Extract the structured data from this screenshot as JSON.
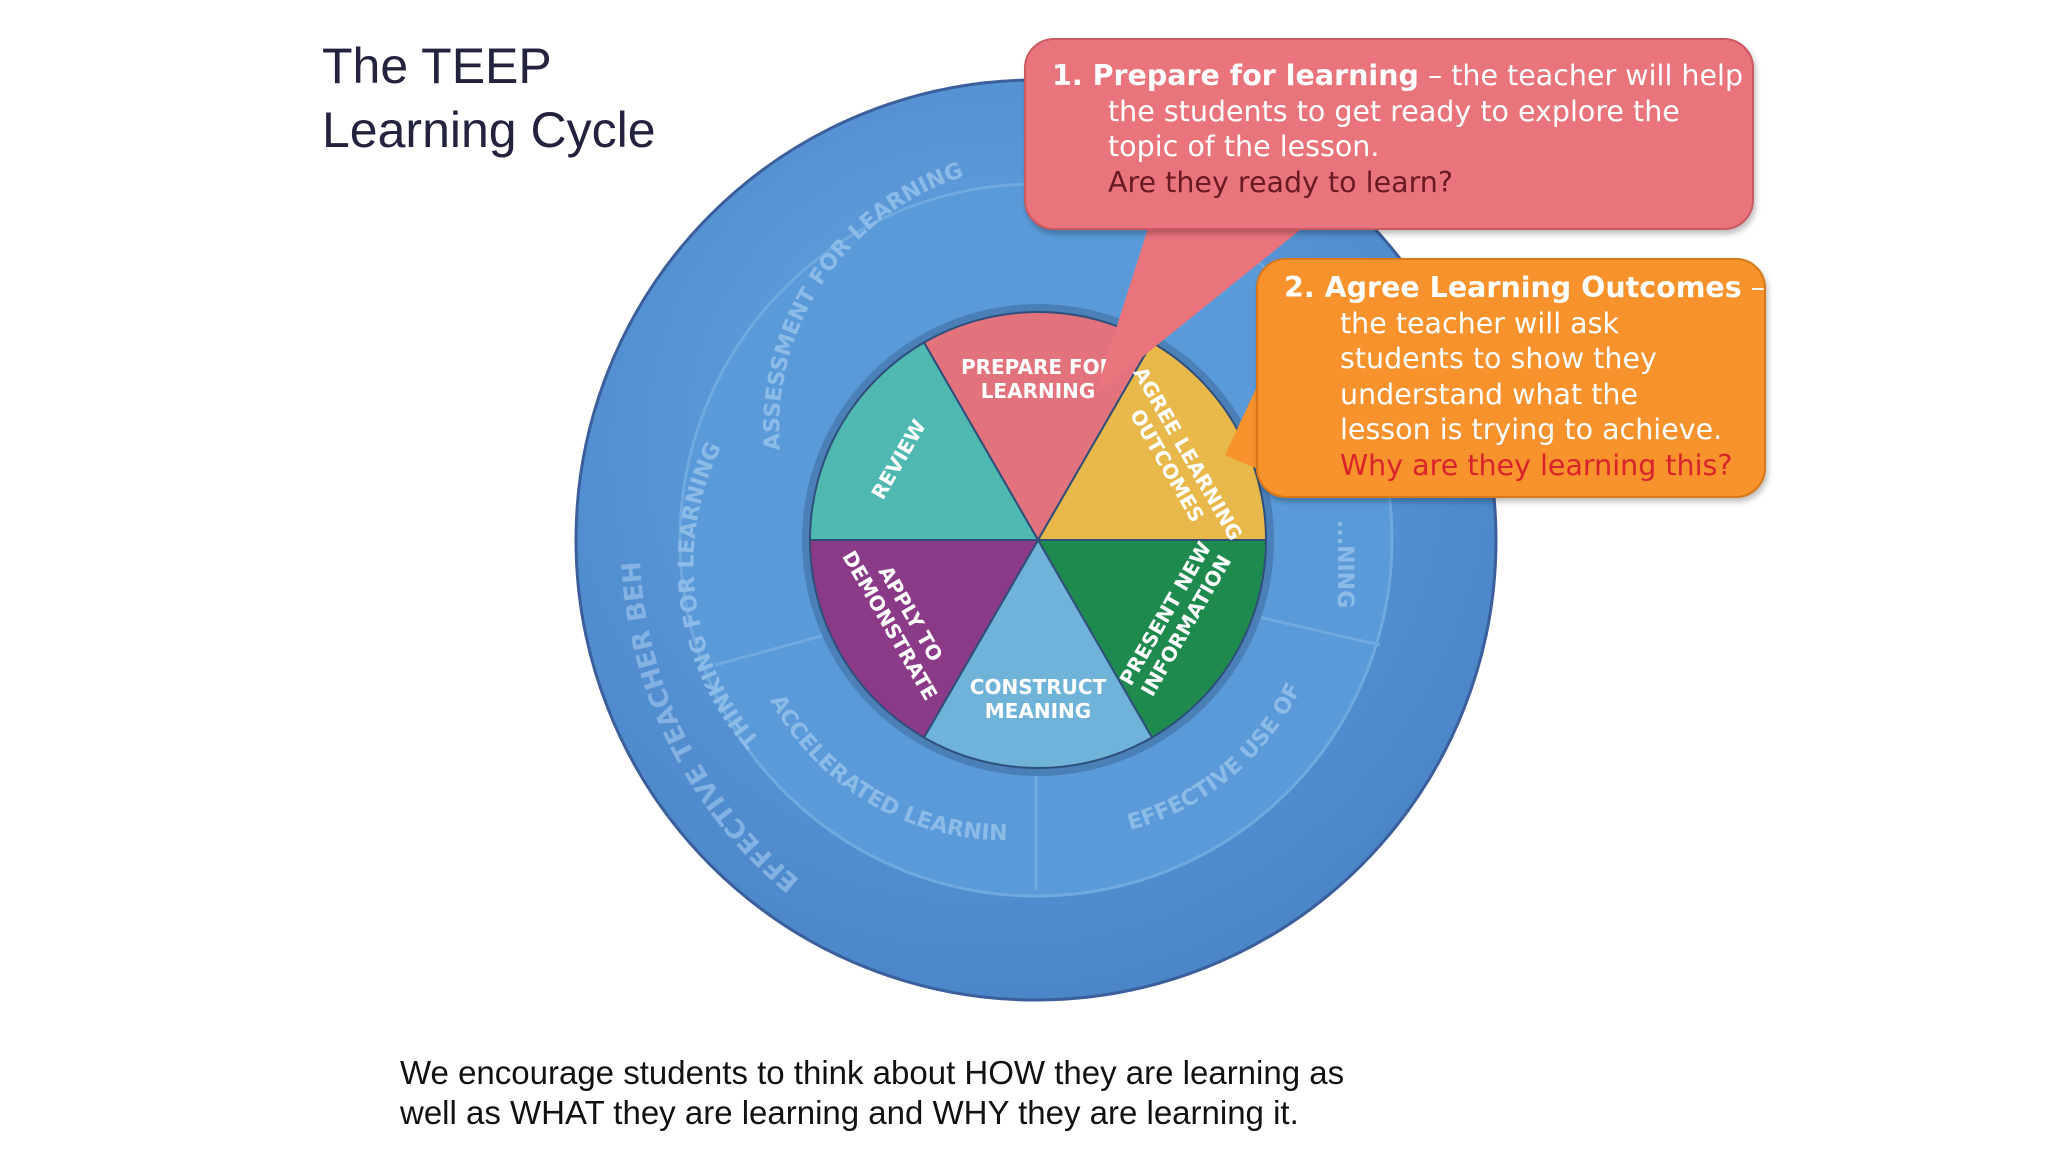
{
  "title": {
    "line1": "The TEEP",
    "line2": "Learning Cycle"
  },
  "wheel": {
    "outer_ring_label": "EFFECTIVE TEACHER BEHAVIOURS",
    "middle_ring_labels": [
      "ASSESSMENT FOR LEARNING",
      "THINKING FOR LEARNING",
      "ACCELERATED LEARNING",
      "EFFECTIVE USE OF ICT",
      "...NING"
    ],
    "segments": [
      {
        "label_line1": "PREPARE FOR",
        "label_line2": "LEARNING",
        "color": "#e2727c"
      },
      {
        "label_line1": "AGREE LEARNING",
        "label_line2": "OUTCOMES",
        "color": "#e8b84a"
      },
      {
        "label_line1": "PRESENT NEW",
        "label_line2": "INFORMATION",
        "color": "#1f8a4e"
      },
      {
        "label_line1": "CONSTRUCT",
        "label_line2": "MEANING",
        "color": "#6fb3d8"
      },
      {
        "label_line1": "APPLY TO",
        "label_line2": "DEMONSTRATE",
        "color": "#8a3a86"
      },
      {
        "label_line1": "REVIEW",
        "label_line2": "",
        "color": "#4fb8b0"
      }
    ]
  },
  "callout1": {
    "heading": "1. Prepare for learning",
    "dash": " – the teacher will help",
    "line2": "the students to get ready to explore the",
    "line3": "topic of the lesson.",
    "question": "Are they ready to learn?",
    "color": "#ea747c"
  },
  "callout2": {
    "heading": "2. Agree Learning Outcomes",
    "dash": " –",
    "line2": "the teacher will ask",
    "line3": "students to show they",
    "line4": "understand what the",
    "line5": "lesson is trying to achieve.",
    "question": "Why are they learning this?",
    "color": "#f7922c"
  },
  "bottom": {
    "line1": "We encourage students to think about HOW they are learning as",
    "line2": "well as WHAT they are learning and WHY they are learning it."
  }
}
